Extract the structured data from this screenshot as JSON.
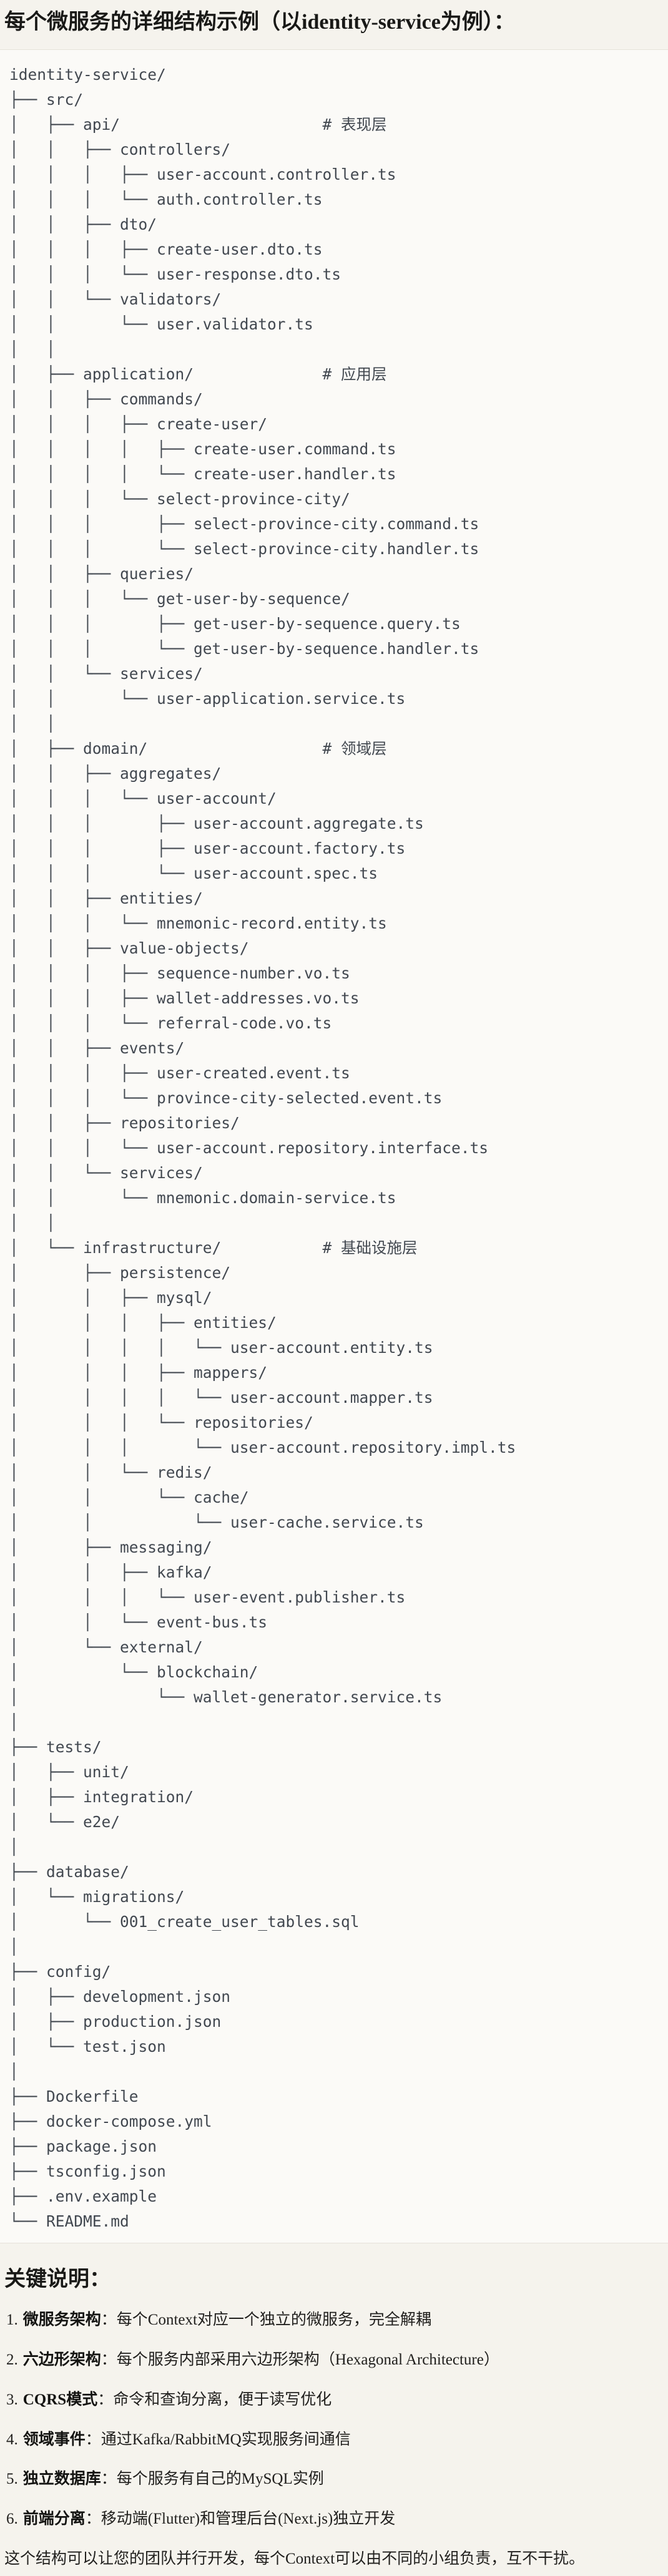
{
  "page": {
    "title": "每个微服务的详细结构示例（以identity-service为例）：",
    "tree": "identity-service/\n├── src/\n│   ├── api/                      # 表现层\n│   │   ├── controllers/\n│   │   │   ├── user-account.controller.ts\n│   │   │   └── auth.controller.ts\n│   │   ├── dto/\n│   │   │   ├── create-user.dto.ts\n│   │   │   └── user-response.dto.ts\n│   │   └── validators/\n│   │       └── user.validator.ts\n│   │\n│   ├── application/              # 应用层\n│   │   ├── commands/\n│   │   │   ├── create-user/\n│   │   │   │   ├── create-user.command.ts\n│   │   │   │   └── create-user.handler.ts\n│   │   │   └── select-province-city/\n│   │   │       ├── select-province-city.command.ts\n│   │   │       └── select-province-city.handler.ts\n│   │   ├── queries/\n│   │   │   └── get-user-by-sequence/\n│   │   │       ├── get-user-by-sequence.query.ts\n│   │   │       └── get-user-by-sequence.handler.ts\n│   │   └── services/\n│   │       └── user-application.service.ts\n│   │\n│   ├── domain/                   # 领域层\n│   │   ├── aggregates/\n│   │   │   └── user-account/\n│   │   │       ├── user-account.aggregate.ts\n│   │   │       ├── user-account.factory.ts\n│   │   │       └── user-account.spec.ts\n│   │   ├── entities/\n│   │   │   └── mnemonic-record.entity.ts\n│   │   ├── value-objects/\n│   │   │   ├── sequence-number.vo.ts\n│   │   │   ├── wallet-addresses.vo.ts\n│   │   │   └── referral-code.vo.ts\n│   │   ├── events/\n│   │   │   ├── user-created.event.ts\n│   │   │   └── province-city-selected.event.ts\n│   │   ├── repositories/\n│   │   │   └── user-account.repository.interface.ts\n│   │   └── services/\n│   │       └── mnemonic.domain-service.ts\n│   │\n│   └── infrastructure/           # 基础设施层\n│       ├── persistence/\n│       │   ├── mysql/\n│       │   │   ├── entities/\n│       │   │   │   └── user-account.entity.ts\n│       │   │   ├── mappers/\n│       │   │   │   └── user-account.mapper.ts\n│       │   │   └── repositories/\n│       │   │       └── user-account.repository.impl.ts\n│       │   └── redis/\n│       │       └── cache/\n│       │           └── user-cache.service.ts\n│       ├── messaging/\n│       │   ├── kafka/\n│       │   │   └── user-event.publisher.ts\n│       │   └── event-bus.ts\n│       └── external/\n│           └── blockchain/\n│               └── wallet-generator.service.ts\n│\n├── tests/\n│   ├── unit/\n│   ├── integration/\n│   └── e2e/\n│\n├── database/\n│   └── migrations/\n│       └── 001_create_user_tables.sql\n│\n├── config/\n│   ├── development.json\n│   ├── production.json\n│   └── test.json\n│\n├── Dockerfile\n├── docker-compose.yml\n├── package.json\n├── tsconfig.json\n├── .env.example\n└── README.md",
    "notes": {
      "heading": "关键说明：",
      "items": [
        {
          "num": "1.",
          "label": "微服务架构",
          "text": "：每个Context对应一个独立的微服务，完全解耦"
        },
        {
          "num": "2.",
          "label": "六边形架构",
          "text": "：每个服务内部采用六边形架构（Hexagonal Architecture）"
        },
        {
          "num": "3.",
          "label": "CQRS模式",
          "text": "：命令和查询分离，便于读写优化"
        },
        {
          "num": "4.",
          "label": "领域事件",
          "text": "：通过Kafka/RabbitMQ实现服务间通信"
        },
        {
          "num": "5.",
          "label": "独立数据库",
          "text": "：每个服务有自己的MySQL实例"
        },
        {
          "num": "6.",
          "label": "前端分离",
          "text": "：移动端(Flutter)和管理后台(Next.js)独立开发"
        }
      ],
      "footer": "这个结构可以让您的团队并行开发，每个Context可以由不同的小组负责，互不干扰。"
    },
    "colors": {
      "page_background": "#f5f3ed",
      "code_background": "#fbfaf7",
      "code_border": "#e6e3da",
      "code_text": "#424850",
      "heading_text": "#191917"
    }
  }
}
